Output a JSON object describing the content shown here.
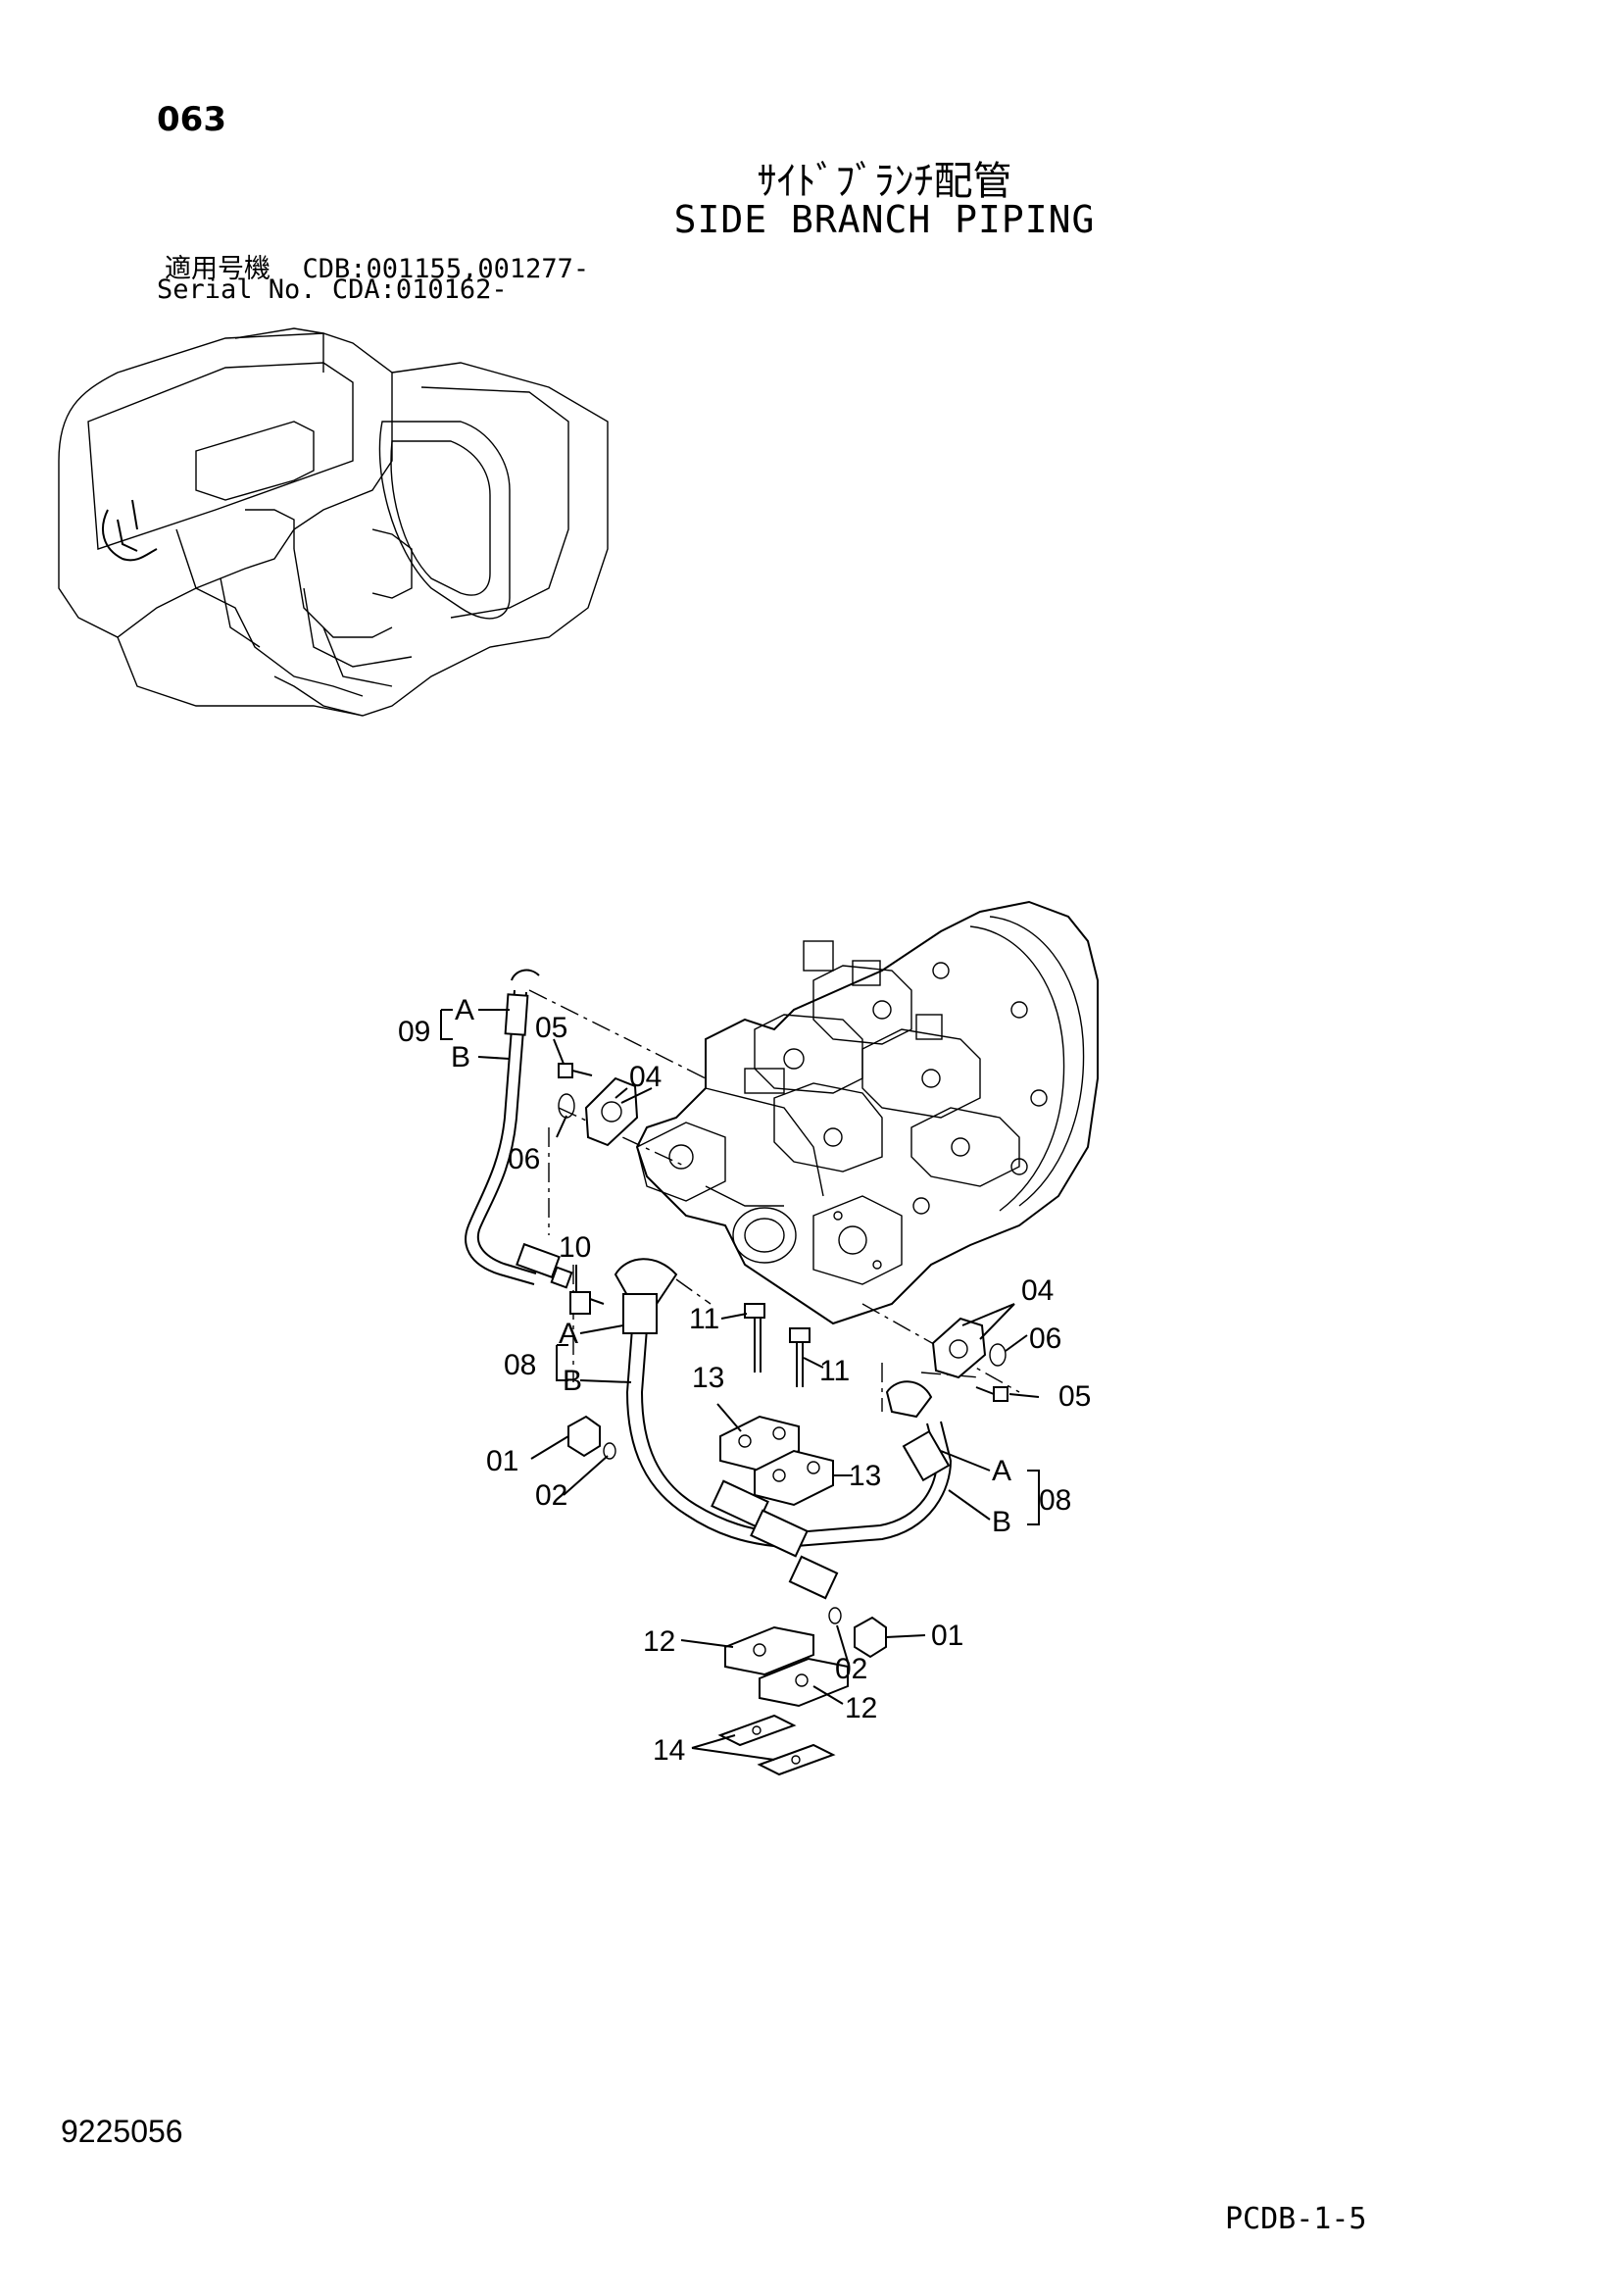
{
  "header": {
    "page_number": "063",
    "title_ja": "ｻｲﾄﾞﾌﾞﾗﾝﾁ配管",
    "title_en": "SIDE BRANCH PIPING"
  },
  "serial": {
    "row1_label": "適用号機",
    "row1_value": "CDB:001155,001277-",
    "row2_label": "Serial No.",
    "row2_value": "CDA:010162-"
  },
  "callouts": {
    "c09": "09",
    "c09_a": "A",
    "c09_b": "B",
    "c05_top": "05",
    "c04_top": "04",
    "c06_top": "06",
    "c10": "10",
    "c11_left": "11",
    "c11_right": "11",
    "c08_left": "08",
    "c08_left_a": "A",
    "c08_left_b": "B",
    "c13_top": "13",
    "c13_bottom": "13",
    "c01_left": "01",
    "c02_left": "02",
    "c04_right": "04",
    "c06_right": "06",
    "c05_right": "05",
    "c08_right": "08",
    "c08_right_a": "A",
    "c08_right_b": "B",
    "c12_left": "12",
    "c02_bottom": "02",
    "c01_right": "01",
    "c12_bottom": "12",
    "c14": "14"
  },
  "footer": {
    "doc_id": "9225056",
    "page_ref": "PCDB-1-5"
  }
}
